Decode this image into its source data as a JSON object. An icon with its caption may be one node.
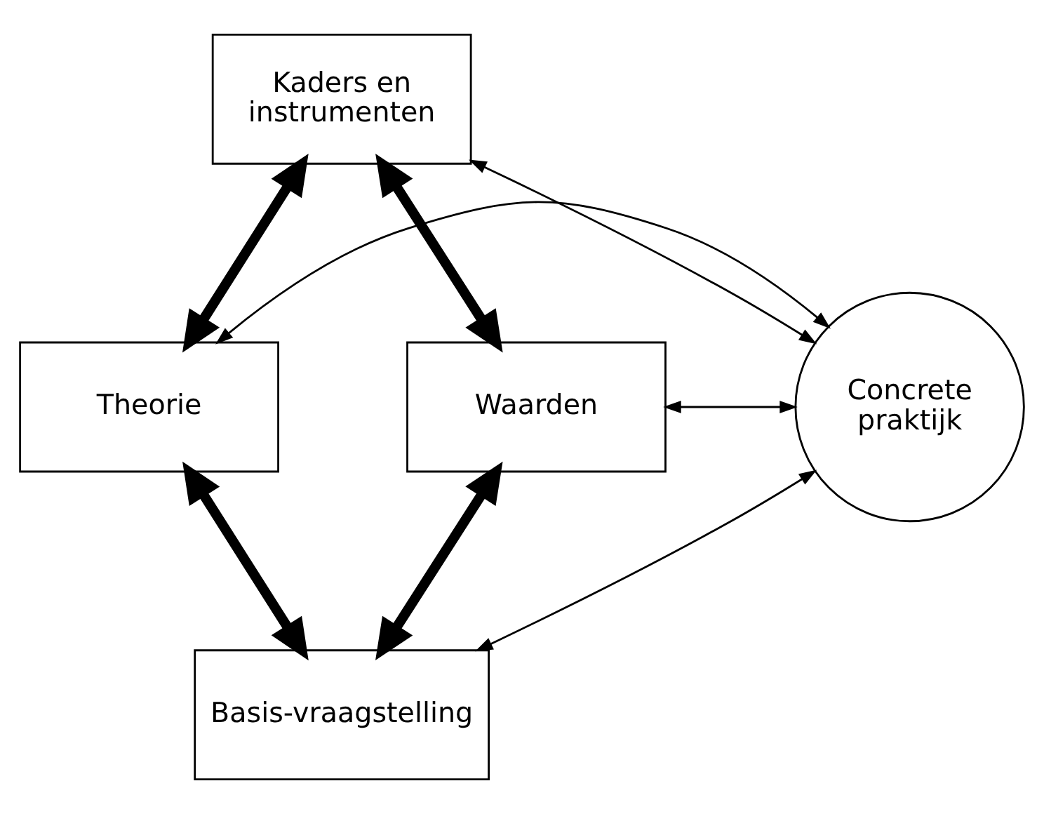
{
  "diagram": {
    "nodes": [
      {
        "text": [
          "Kaders en instrumenten"
        ]
      },
      {
        "text": [
          "Theorie"
        ]
      },
      {
        "text": [
          "Concrete praktijk"
        ]
      },
      {
        "text": [
          "Waarden"
        ]
      },
      {
        "text": [
          "Basis-vraagstelling"
        ]
      }
    ],
    "edges": [
      {
        "from": 2,
        "to": 0,
        "arrow": "both"
      },
      {
        "from": 0,
        "to": 1,
        "arrow": "both",
        "style": "thick"
      },
      {
        "from": 0,
        "to": 3,
        "arrow": "both",
        "style": "thick"
      },
      {
        "from": 1,
        "to": 2,
        "arrow": "both"
      },
      {
        "from": 2,
        "to": 3,
        "arrow": "both"
      },
      {
        "from": 1,
        "to": 4,
        "arrow": "both",
        "style": "thick"
      },
      {
        "from": 2,
        "to": 4,
        "arrow": "both"
      },
      {
        "from": 4,
        "to": 3,
        "arrow": "both",
        "style": "thick"
      }
    ]
  }
}
